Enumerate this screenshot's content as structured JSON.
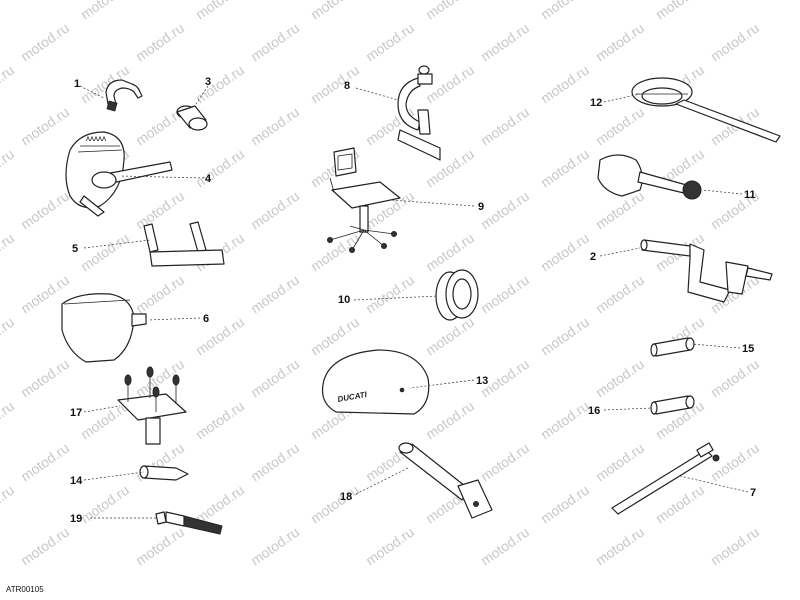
{
  "watermark": "motod.ru",
  "drawing_code": "ATR00105",
  "brand_mark": "DUCATI",
  "labels": {
    "l1": "1",
    "l2": "2",
    "l3": "3",
    "l4": "4",
    "l5": "5",
    "l6": "6",
    "l7": "7",
    "l8": "8",
    "l9": "9",
    "l10": "10",
    "l11": "11",
    "l12": "12",
    "l13": "13",
    "l14": "14",
    "l15": "15",
    "l16": "16",
    "l17": "17",
    "l18": "18",
    "l19": "19"
  }
}
